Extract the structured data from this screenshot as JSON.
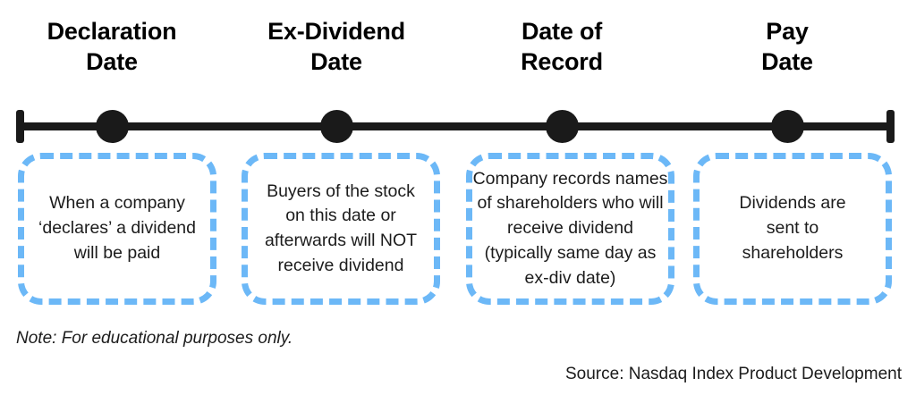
{
  "diagram": {
    "title": "Dividend Date Timeline",
    "accent_color": "#6cb8f7",
    "axis_color": "#1a1a1a",
    "background_color": "#ffffff"
  },
  "milestones": [
    {
      "heading_line1": "Declaration",
      "heading_line2": "Date",
      "description": "When a company\n‘declares’ a dividend\nwill be paid"
    },
    {
      "heading_line1": "Ex-Dividend",
      "heading_line2": "Date",
      "description": "Buyers of the stock\non this date or\nafterwards will NOT\nreceive dividend"
    },
    {
      "heading_line1": "Date of",
      "heading_line2": "Record",
      "description": "Company records names\nof shareholders who will\nreceive dividend\n(typically same day as\nex-div date)"
    },
    {
      "heading_line1": "Pay",
      "heading_line2": "Date",
      "description": "Dividends are\nsent to\nshareholders"
    }
  ],
  "footer": {
    "note": "Note: For educational purposes only.",
    "source": "Source: Nasdaq Index Product Development"
  }
}
